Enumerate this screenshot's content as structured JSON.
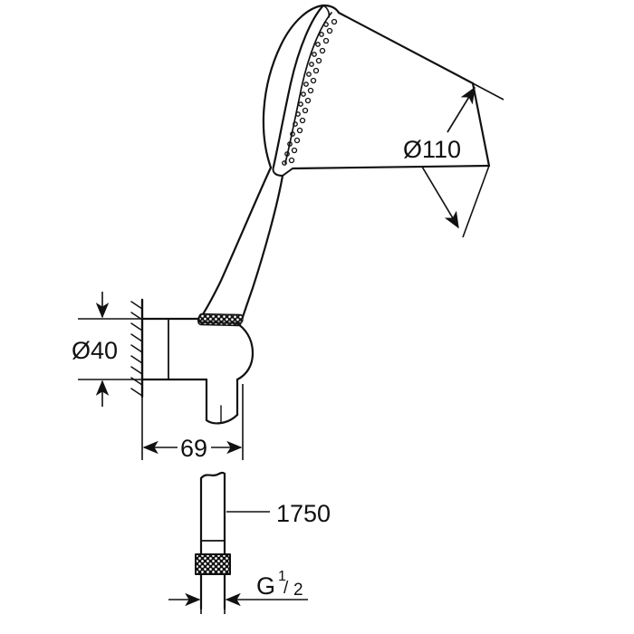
{
  "drawing": {
    "title": "Hand shower set technical drawing",
    "background_color": "#ffffff",
    "line_color": "#111111",
    "text_color": "#111111"
  },
  "dimensions": {
    "head_diameter": {
      "label": "110",
      "symbol": "Ø",
      "name": "shower-head-diameter"
    },
    "wall_plate_diameter": {
      "label": "40",
      "symbol": "Ø",
      "name": "wall-bracket-diameter"
    },
    "bracket_projection": {
      "label": "69",
      "name": "bracket-projection"
    },
    "hose_length": {
      "label": "1750",
      "name": "hose-length"
    },
    "thread_size": {
      "letter": "G",
      "numerator": "1",
      "slash": "/",
      "denominator": "2",
      "name": "hose-thread-size"
    }
  },
  "parts": {
    "shower_head": "shower-head",
    "handle": "shower-handle",
    "wall_bracket": "wall-bracket",
    "wall": "wall-section",
    "hose": "shower-hose",
    "knurled_nut": "hose-knurled-nut"
  }
}
